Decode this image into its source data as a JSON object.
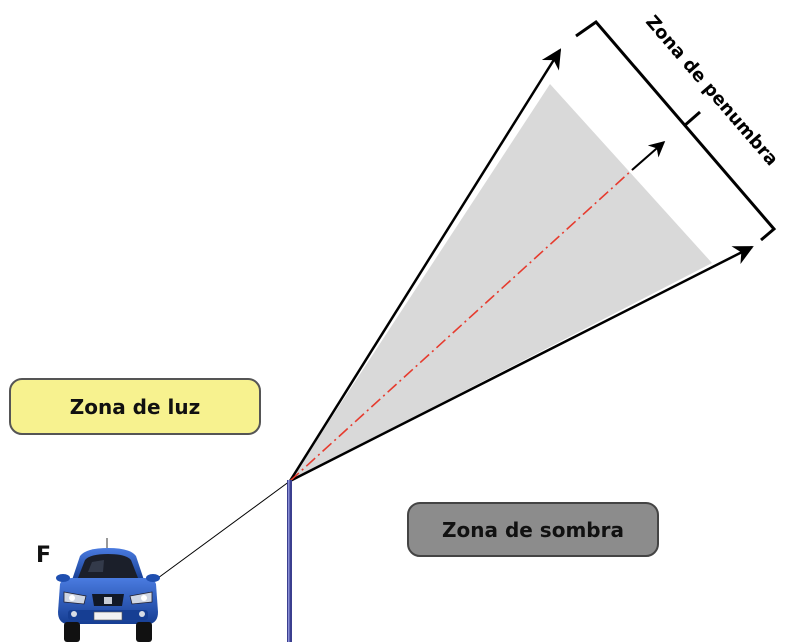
{
  "labels": {
    "penumbra": "Zona de penumbra",
    "luz": "Zona de luz",
    "sombra": "Zona de sombra",
    "source": "F"
  },
  "colors": {
    "penumbra_fill": "#d9d9d9",
    "luz_box_fill": "#f7f28f",
    "sombra_box_fill": "#8c8c8c",
    "axis_line": "#e63b2e",
    "pole": "#3b3f8f",
    "car_body": "#1f4fb0"
  },
  "icons": {
    "car": "car-icon"
  }
}
